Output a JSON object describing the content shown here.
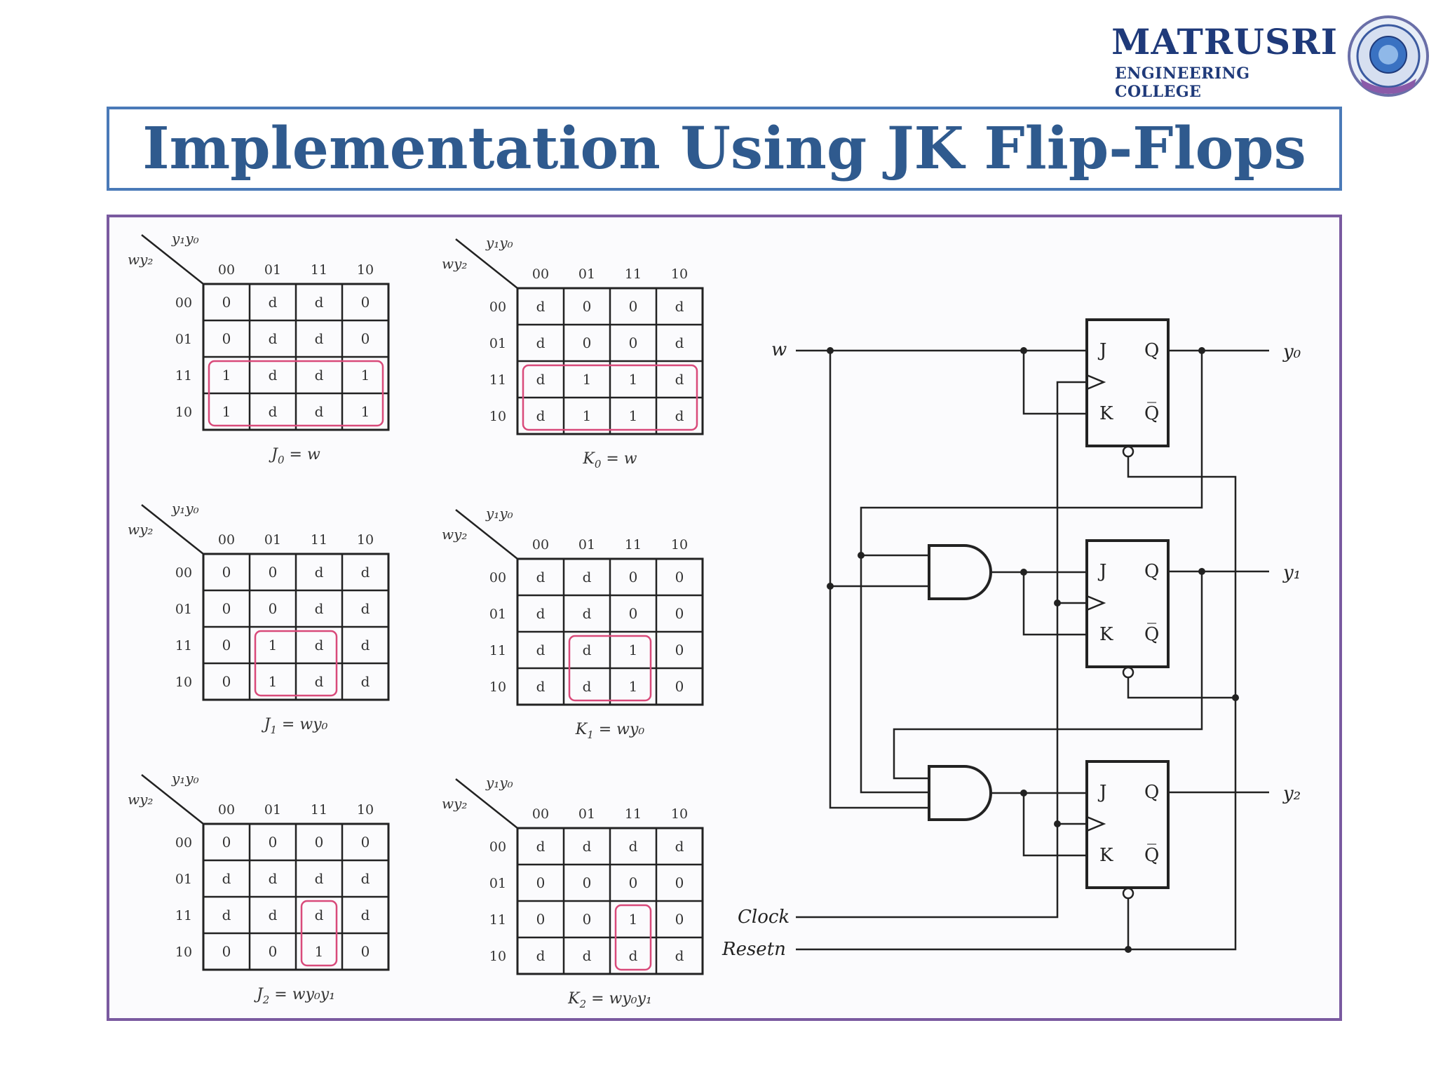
{
  "header": {
    "college_name": "MATRUSRI",
    "college_sub": "ENGINEERING COLLEGE",
    "title": "Implementation Using JK Flip-Flops"
  },
  "kmaps": [
    {
      "id": "J0",
      "eq_lhs": "J",
      "eq_sub": "0",
      "eq_rhs": "= w",
      "rows": [
        [
          "0",
          "d",
          "d",
          "0"
        ],
        [
          "0",
          "d",
          "d",
          "0"
        ],
        [
          "1",
          "d",
          "d",
          "1"
        ],
        [
          "1",
          "d",
          "d",
          "1"
        ]
      ]
    },
    {
      "id": "K0",
      "eq_lhs": "K",
      "eq_sub": "0",
      "eq_rhs": "= w",
      "rows": [
        [
          "d",
          "0",
          "0",
          "d"
        ],
        [
          "d",
          "0",
          "0",
          "d"
        ],
        [
          "d",
          "1",
          "1",
          "d"
        ],
        [
          "d",
          "1",
          "1",
          "d"
        ]
      ]
    },
    {
      "id": "J1",
      "eq_lhs": "J",
      "eq_sub": "1",
      "eq_rhs": "= wy₀",
      "rows": [
        [
          "0",
          "0",
          "d",
          "d"
        ],
        [
          "0",
          "0",
          "d",
          "d"
        ],
        [
          "0",
          "1",
          "d",
          "d"
        ],
        [
          "0",
          "1",
          "d",
          "d"
        ]
      ]
    },
    {
      "id": "K1",
      "eq_lhs": "K",
      "eq_sub": "1",
      "eq_rhs": "= wy₀",
      "rows": [
        [
          "d",
          "d",
          "0",
          "0"
        ],
        [
          "d",
          "d",
          "0",
          "0"
        ],
        [
          "d",
          "d",
          "1",
          "0"
        ],
        [
          "d",
          "d",
          "1",
          "0"
        ]
      ]
    },
    {
      "id": "J2",
      "eq_lhs": "J",
      "eq_sub": "2",
      "eq_rhs": "= wy₀y₁",
      "rows": [
        [
          "0",
          "0",
          "0",
          "0"
        ],
        [
          "d",
          "d",
          "d",
          "d"
        ],
        [
          "d",
          "d",
          "d",
          "d"
        ],
        [
          "0",
          "0",
          "1",
          "0"
        ]
      ]
    },
    {
      "id": "K2",
      "eq_lhs": "K",
      "eq_sub": "2",
      "eq_rhs": "= wy₀y₁",
      "rows": [
        [
          "d",
          "d",
          "d",
          "d"
        ],
        [
          "0",
          "0",
          "0",
          "0"
        ],
        [
          "0",
          "0",
          "1",
          "0"
        ],
        [
          "d",
          "d",
          "d",
          "d"
        ]
      ]
    }
  ],
  "kmap_labels": {
    "col_var": "y₁y₀",
    "row_var": "wy₂",
    "col_codes": [
      "00",
      "01",
      "11",
      "10"
    ],
    "row_codes": [
      "00",
      "01",
      "11",
      "10"
    ]
  },
  "circuit": {
    "input_w": "w",
    "clock": "Clock",
    "reset": "Resetn",
    "outputs": [
      "y₀",
      "y₁",
      "y₂"
    ],
    "ff_J": "J",
    "ff_K": "K",
    "ff_Q": "Q",
    "ff_Qbar": "Q̅"
  }
}
